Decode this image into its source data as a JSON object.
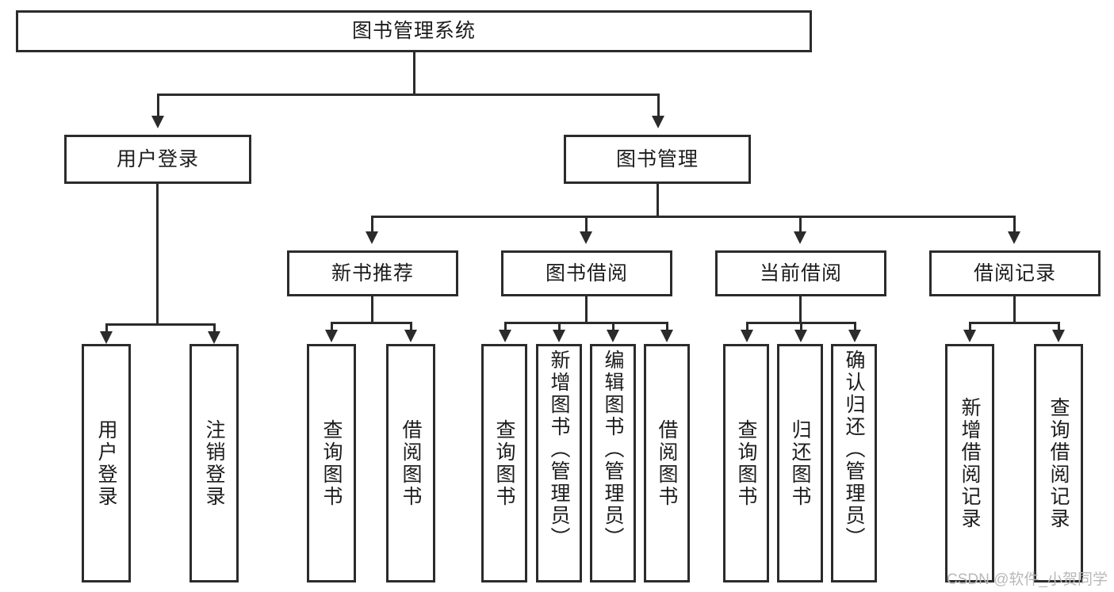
{
  "diagram": {
    "title": "图书管理系统",
    "type": "hierarchy-tree",
    "watermark": "CSDN @软件_小贺同学",
    "colors": {
      "stroke": "#2b2b2b",
      "fill": "#ffffff",
      "text": "#1c1c1c",
      "watermark": "#b9b9b9"
    },
    "levels": {
      "root": {
        "label": "图书管理系统"
      },
      "level2": [
        {
          "label": "用户登录"
        },
        {
          "label": "图书管理"
        }
      ],
      "level3": [
        {
          "label": "新书推荐"
        },
        {
          "label": "图书借阅"
        },
        {
          "label": "当前借阅"
        },
        {
          "label": "借阅记录"
        }
      ],
      "level4": [
        {
          "label": "用户登录"
        },
        {
          "label": "注销登录"
        },
        {
          "label": "查询图书"
        },
        {
          "label": "借阅图书"
        },
        {
          "label": "查询图书"
        },
        {
          "label": "新增图书（管理员）"
        },
        {
          "label": "编辑图书（管理员）"
        },
        {
          "label": "借阅图书"
        },
        {
          "label": "查询图书"
        },
        {
          "label": "归还图书"
        },
        {
          "label": "确认归还（管理员）"
        },
        {
          "label": "新增借阅记录"
        },
        {
          "label": "查询借阅记录"
        }
      ]
    },
    "tree": {
      "name": "图书管理系统",
      "children": [
        {
          "name": "用户登录",
          "children": [
            {
              "name": "用户登录"
            },
            {
              "name": "注销登录"
            }
          ]
        },
        {
          "name": "图书管理",
          "children": [
            {
              "name": "新书推荐",
              "children": [
                {
                  "name": "查询图书"
                },
                {
                  "name": "借阅图书"
                }
              ]
            },
            {
              "name": "图书借阅",
              "children": [
                {
                  "name": "查询图书"
                },
                {
                  "name": "新增图书（管理员）"
                },
                {
                  "name": "编辑图书（管理员）"
                },
                {
                  "name": "借阅图书"
                }
              ]
            },
            {
              "name": "当前借阅",
              "children": [
                {
                  "name": "查询图书"
                },
                {
                  "name": "归还图书"
                },
                {
                  "name": "确认归还（管理员）"
                }
              ]
            },
            {
              "name": "借阅记录",
              "children": [
                {
                  "name": "新增借阅记录"
                },
                {
                  "name": "查询借阅记录"
                }
              ]
            }
          ]
        }
      ]
    }
  }
}
